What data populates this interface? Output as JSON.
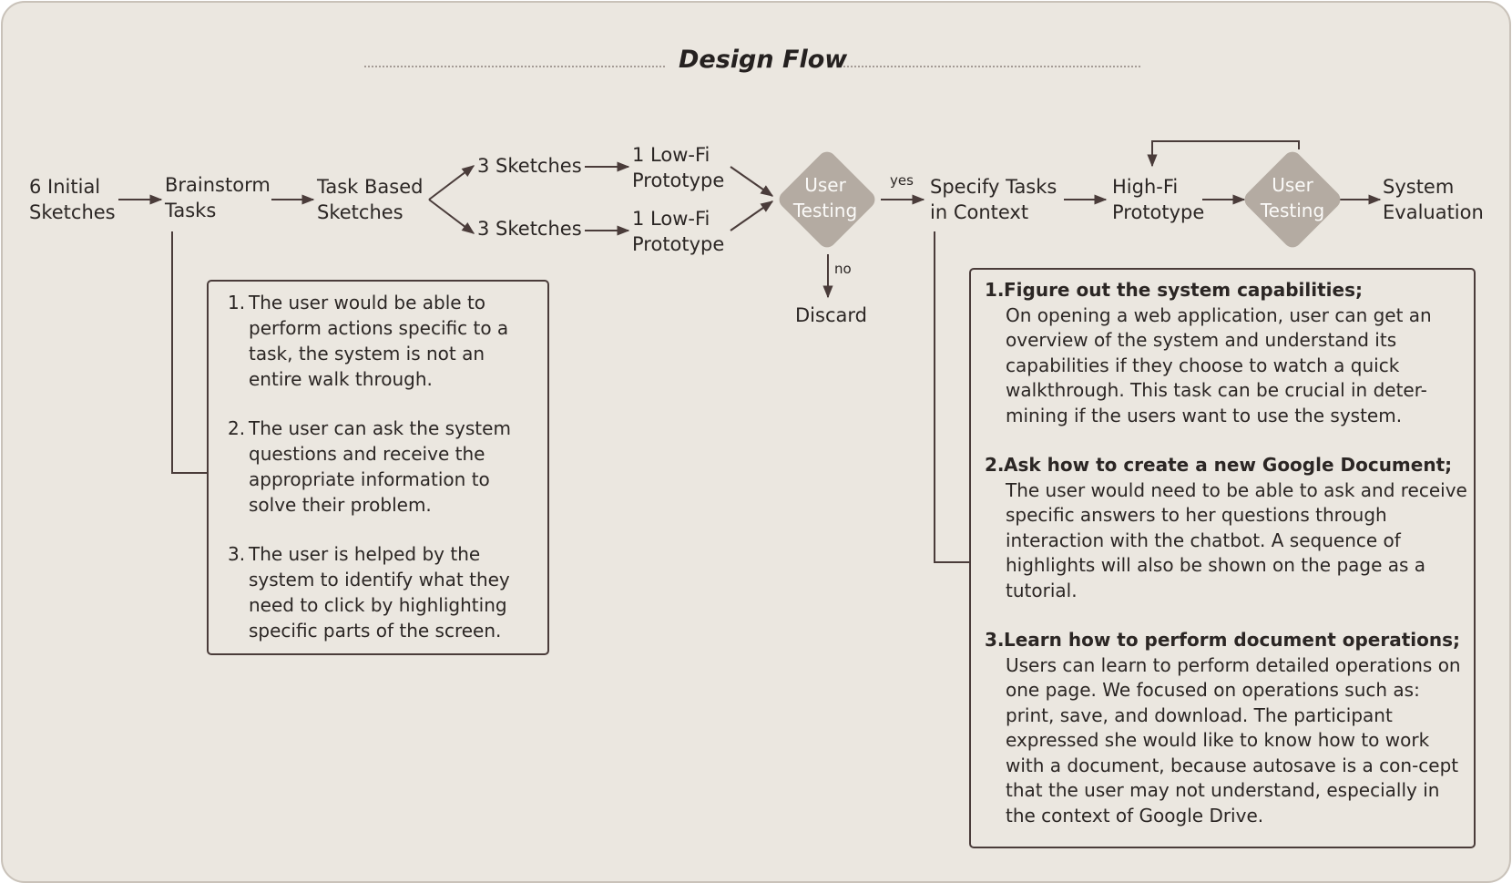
{
  "title": "Design Flow",
  "nodes": {
    "initial_sketches": [
      "6 Initial",
      "Sketches"
    ],
    "brainstorm_tasks": [
      "Brainstorm",
      "Tasks"
    ],
    "task_based_sketches": [
      "Task Based",
      "Sketches"
    ],
    "sketches_a": "3 Sketches",
    "sketches_b": "3 Sketches",
    "lowfi_a": [
      "1 Low-Fi",
      "Prototype"
    ],
    "lowfi_b": [
      "1 Low-Fi",
      "Prototype"
    ],
    "user_testing_1": [
      "User",
      "Testing"
    ],
    "yes": "yes",
    "no": "no",
    "discard": "Discard",
    "specify_tasks": [
      "Specify Tasks",
      "in Context"
    ],
    "hifi_prototype": [
      "High-Fi",
      "Prototype"
    ],
    "user_testing_2": [
      "User",
      "Testing"
    ],
    "system_evaluation": [
      "System",
      "Evaluation"
    ]
  },
  "brainstorm_box": {
    "items": [
      {
        "num": "1.",
        "text": "The user would be able to perform actions specific to a task, the system is not an entire walk through."
      },
      {
        "num": "2.",
        "text": "The user can ask the system questions and receive the appropriate information to solve their problem."
      },
      {
        "num": "3.",
        "text": "The user is helped by the system to identify what they need to click by highlighting specific parts of the screen."
      }
    ]
  },
  "tasks_box": {
    "items": [
      {
        "num": "1.",
        "head": "Figure out the system capabilities;",
        "body": "On opening a web application, user can get an overview of the system and understand its capabilities if they choose to watch a quick walkthrough. This task can be crucial in deter-mining if the users want to use the system."
      },
      {
        "num": "2.",
        "head": "Ask how to create a new Google Document;",
        "body": "The user would need to be able to ask and receive specific answers to her questions through interaction with the chatbot. A sequence of highlights will also be shown on the page as a tutorial."
      },
      {
        "num": "3.",
        "head": "Learn how to perform document operations;",
        "body": "Users can learn to perform detailed operations on one page. We focused on operations such as: print, save, and download. The participant expressed she would like to know how to work with a document, because autosave is a con-cept that the user may not understand, especially in the context of Google Drive."
      }
    ]
  },
  "colors": {
    "panel_bg": "#ebe7e0",
    "panel_border": "#c9c2b9",
    "line": "#4a3c3a",
    "diamond": "#b4aba2",
    "text": "#2b2624"
  }
}
